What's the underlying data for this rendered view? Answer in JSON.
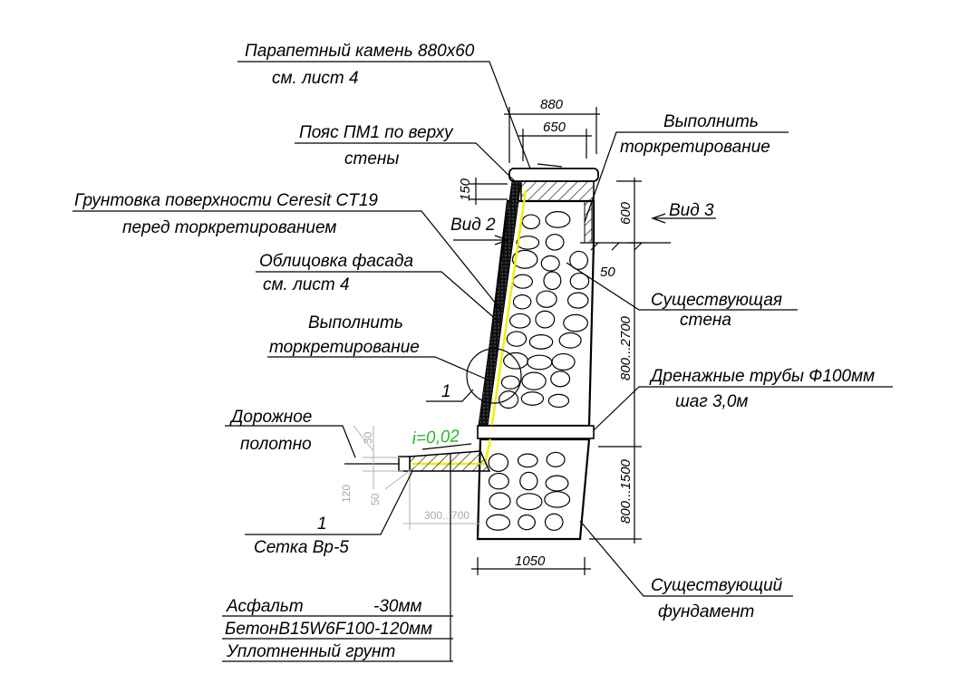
{
  "labels": {
    "parapet_stone": "Парапетный камень 880х60",
    "parapet_ref": "см. лист 4",
    "belt": "Пояс ПМ1 по верху",
    "belt_2": "стены",
    "primer": "Грунтовка поверхности Ceresit CT19",
    "primer_2": "перед торкретированием",
    "facing": "Облицовка фасада",
    "facing_ref": "см. лист 4",
    "shotcrete_left": "Выполнить",
    "shotcrete_left_2": "торкретирование",
    "detail_1": "1",
    "road": "Дорожное",
    "road_2": "полотно",
    "slope": "i=0,02",
    "mesh_num": "1",
    "mesh": "Сетка Вр-5",
    "shotcrete_right": "Выполнить",
    "shotcrete_right_2": "торкретирование",
    "view_3": "Вид 3",
    "view_2": "Вид 2",
    "existing_wall": "Существующая",
    "existing_wall_2": "стена",
    "drain": "Дренажные трубы Ф100мм",
    "drain_2": "шаг 3,0м",
    "existing_found": "Существующий",
    "existing_found_2": "фундамент"
  },
  "layers": [
    {
      "name": "Асфальт",
      "value": "-30мм"
    },
    {
      "name": "БетонB15W6F100-120мм",
      "value": ""
    },
    {
      "name": "Уплотненный грунт",
      "value": ""
    }
  ],
  "dimensions": {
    "d880": "880",
    "d650": "650",
    "d150": "150",
    "d600": "600",
    "d50": "50",
    "d800_2700": "800...2700",
    "d800_1500": "800...1500",
    "d1050": "1050",
    "d30": "30",
    "d120": "120",
    "d50b": "50",
    "d300_700": "300...700"
  },
  "colors": {
    "primer_line": "#f0f000",
    "slope_text": "#22bb22"
  }
}
